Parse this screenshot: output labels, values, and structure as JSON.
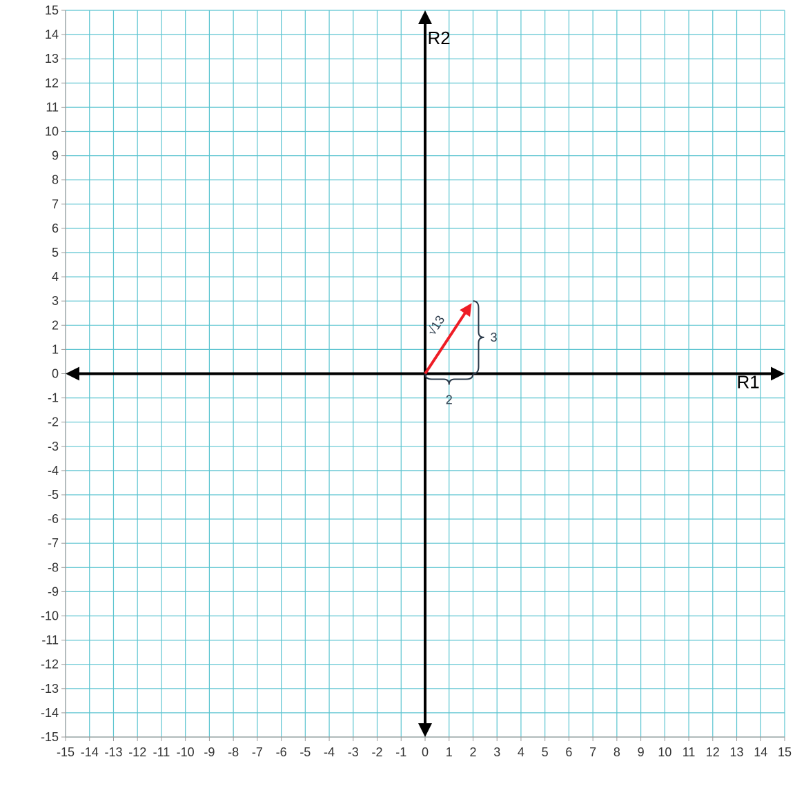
{
  "chart_data": {
    "type": "scatter",
    "title": "",
    "xlabel": "R1",
    "ylabel": "R2",
    "xlim": [
      -15,
      15
    ],
    "ylim": [
      -15,
      15
    ],
    "grid": true,
    "x_ticks": [
      -15,
      -14,
      -13,
      -12,
      -11,
      -10,
      -9,
      -8,
      -7,
      -6,
      -5,
      -4,
      -3,
      -2,
      -1,
      0,
      1,
      2,
      3,
      4,
      5,
      6,
      7,
      8,
      9,
      10,
      11,
      12,
      13,
      14,
      15
    ],
    "y_ticks": [
      -15,
      -14,
      -13,
      -12,
      -11,
      -10,
      -9,
      -8,
      -7,
      -6,
      -5,
      -4,
      -3,
      -2,
      -1,
      0,
      1,
      2,
      3,
      4,
      5,
      6,
      7,
      8,
      9,
      10,
      11,
      12,
      13,
      14,
      15
    ],
    "vector": {
      "from": [
        0,
        0
      ],
      "to": [
        2,
        3
      ],
      "color": "#ee1c25"
    },
    "annotations": {
      "horizontal_component": "2",
      "vertical_component": "3",
      "magnitude": "√13"
    }
  },
  "colors": {
    "grid": "#5bc4d0",
    "axis": "#000000",
    "brace": "#2b3a4a",
    "vector": "#ee1c25"
  }
}
